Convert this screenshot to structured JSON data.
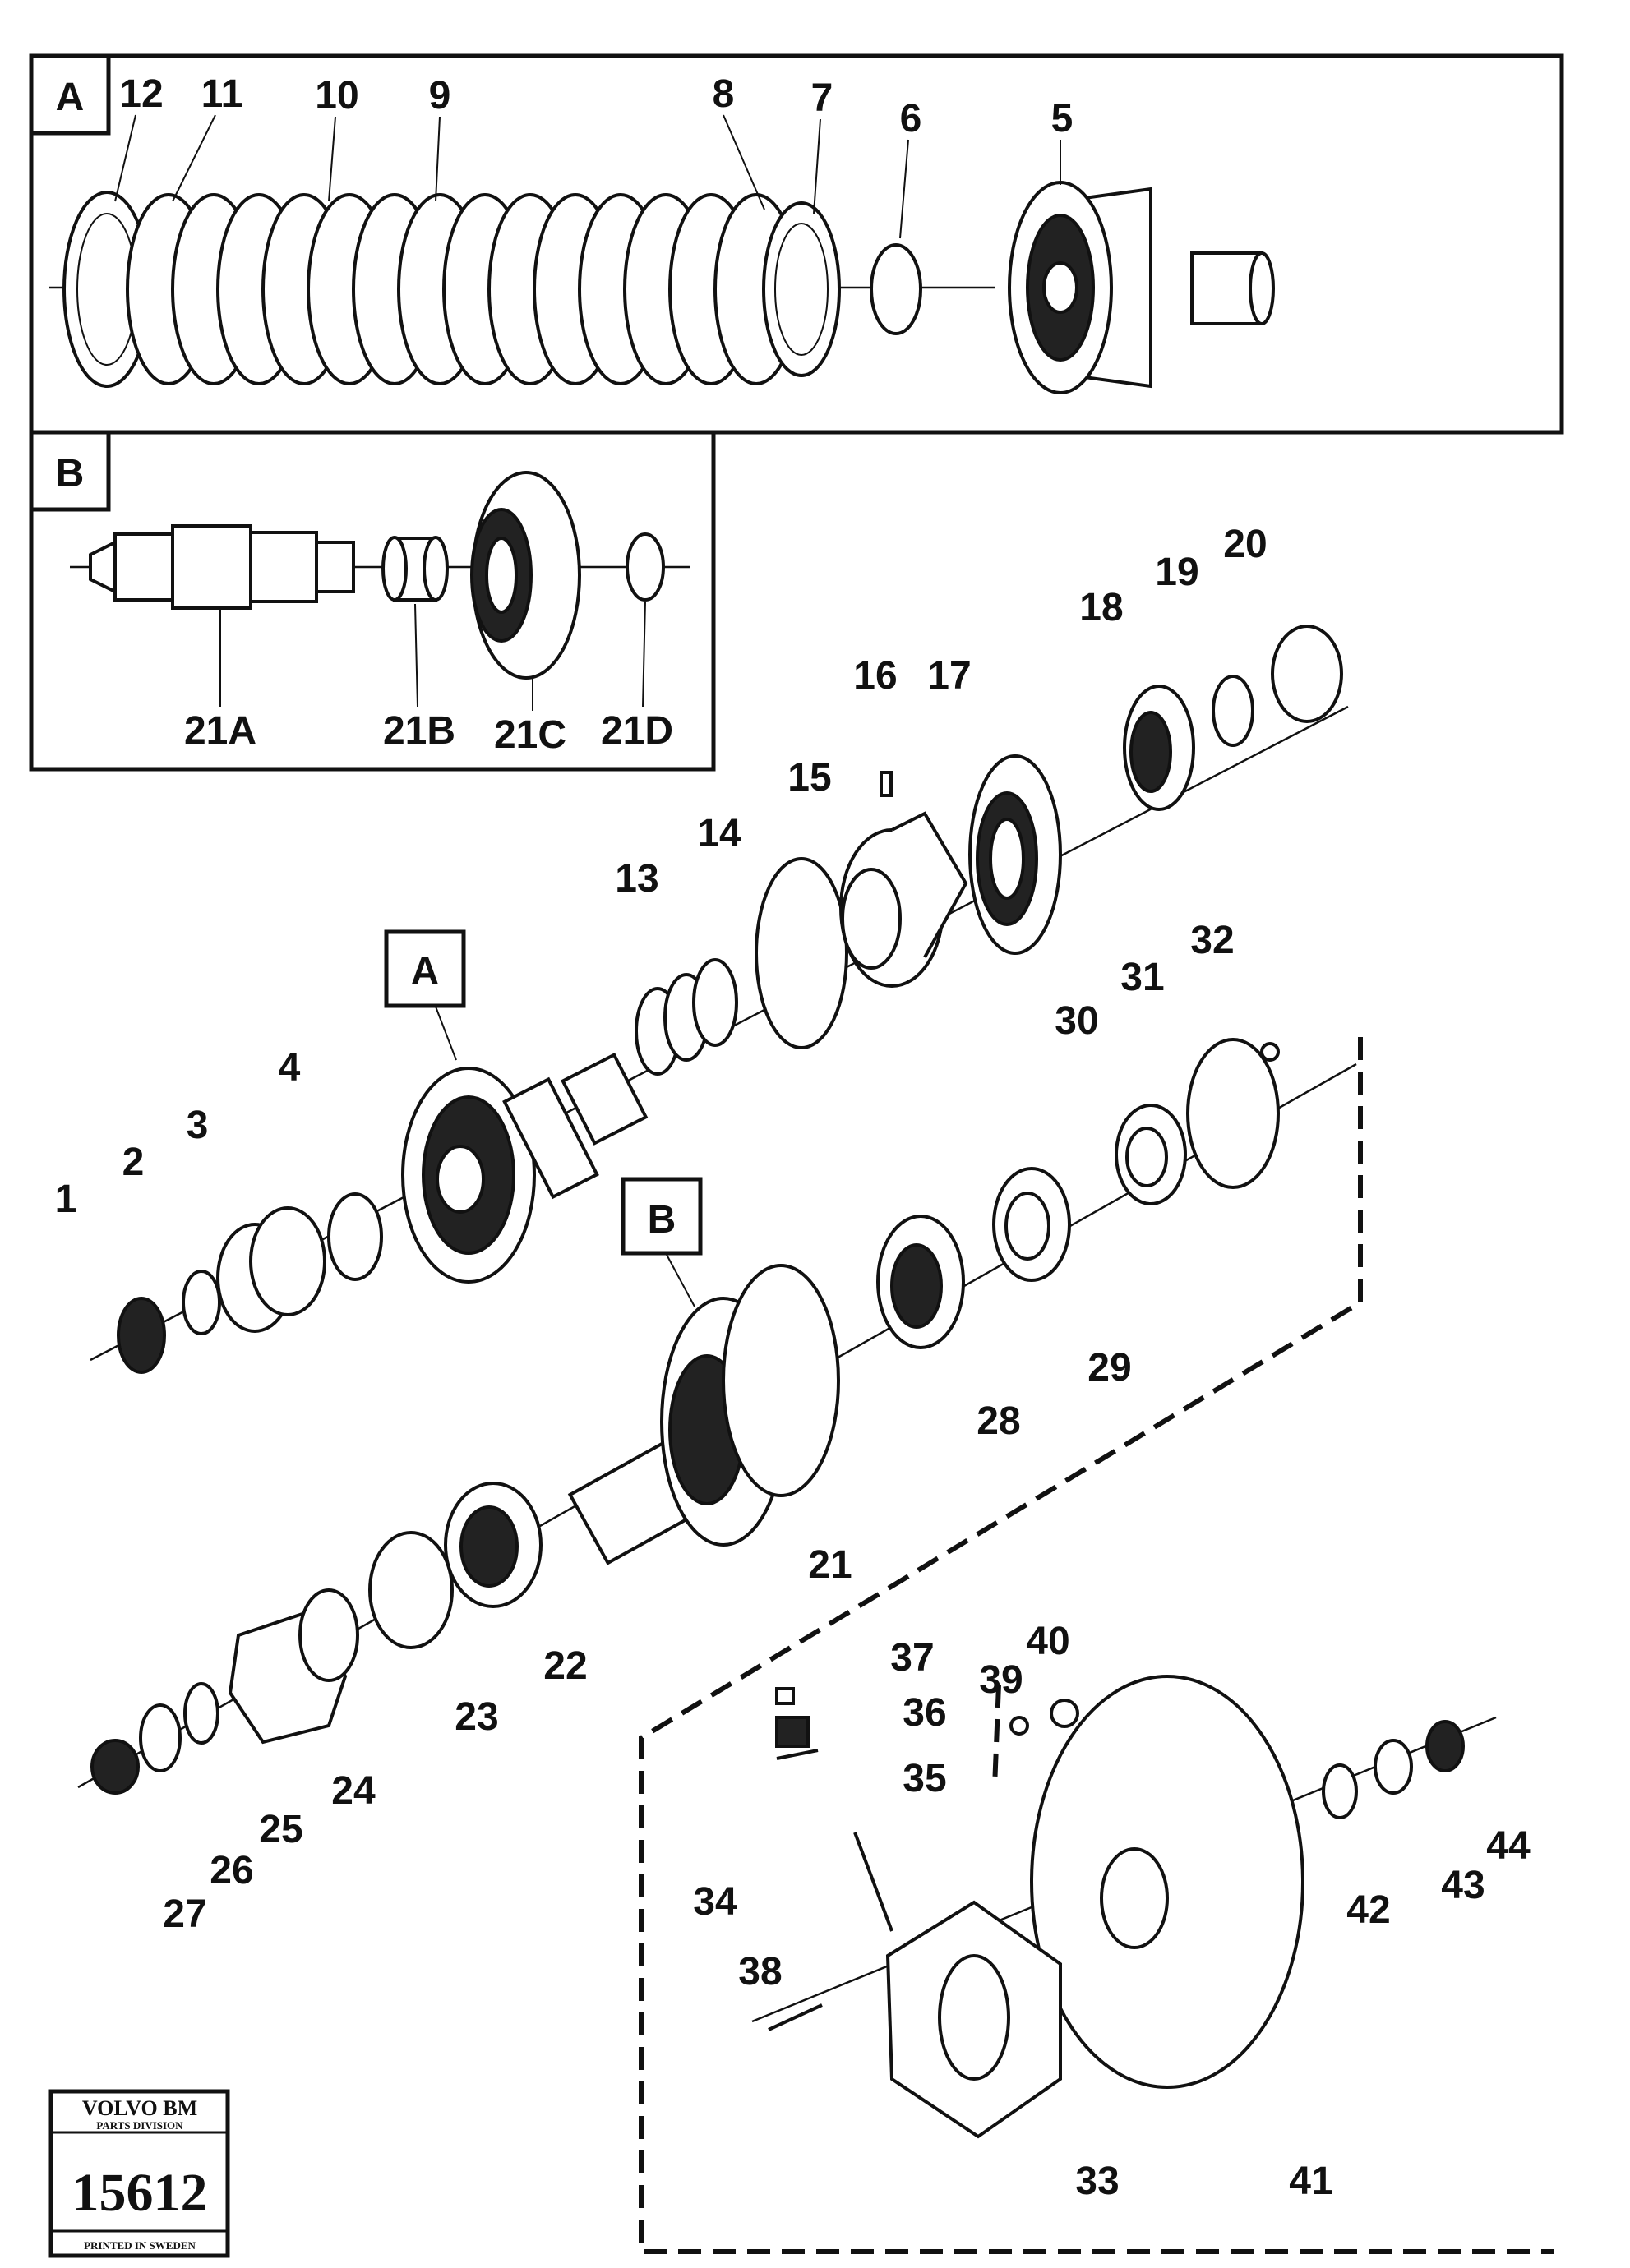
{
  "inset_a": {
    "letter": "A",
    "callouts": [
      "12",
      "11",
      "10",
      "9",
      "8",
      "7",
      "6",
      "5"
    ]
  },
  "inset_b": {
    "letter": "B",
    "callouts": [
      "21A",
      "21B",
      "21C",
      "21D"
    ]
  },
  "main_callouts": [
    "1",
    "2",
    "3",
    "4",
    "13",
    "14",
    "15",
    "16",
    "17",
    "18",
    "19",
    "20",
    "21",
    "22",
    "23",
    "24",
    "25",
    "26",
    "27",
    "28",
    "29",
    "30",
    "31",
    "32",
    "33",
    "34",
    "35",
    "36",
    "37",
    "38",
    "39",
    "40",
    "41",
    "42",
    "43",
    "44"
  ],
  "ref_letters": {
    "a": "A",
    "b": "B"
  },
  "publisher_tag": {
    "brand": "VOLVO BM",
    "division": "PARTS DIVISION",
    "number": "15612",
    "footer": "PRINTED IN SWEDEN"
  }
}
